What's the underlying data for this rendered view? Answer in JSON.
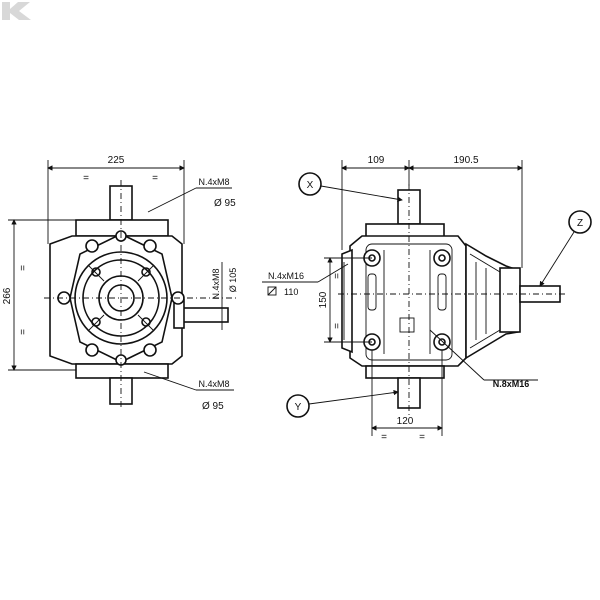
{
  "dimensions": {
    "left_width": "225",
    "left_height": "266",
    "top_bolt_spec": "N.4xM8",
    "top_bolt_dia": "Ø 95",
    "bottom_bolt_spec": "N.4xM8",
    "bottom_bolt_dia": "Ø 95",
    "side_bolt_spec": "N.4xM8",
    "side_bolt_dia": "Ø 105",
    "right_width_a": "109",
    "right_width_b": "190.5",
    "right_height": "150",
    "flange_spec": "N.4xM16",
    "flange_square": "110",
    "base_spec": "N.8xM16",
    "base_width": "120"
  },
  "callouts": {
    "x": "X",
    "y": "Y",
    "z": "Z"
  },
  "equal_mark": "="
}
